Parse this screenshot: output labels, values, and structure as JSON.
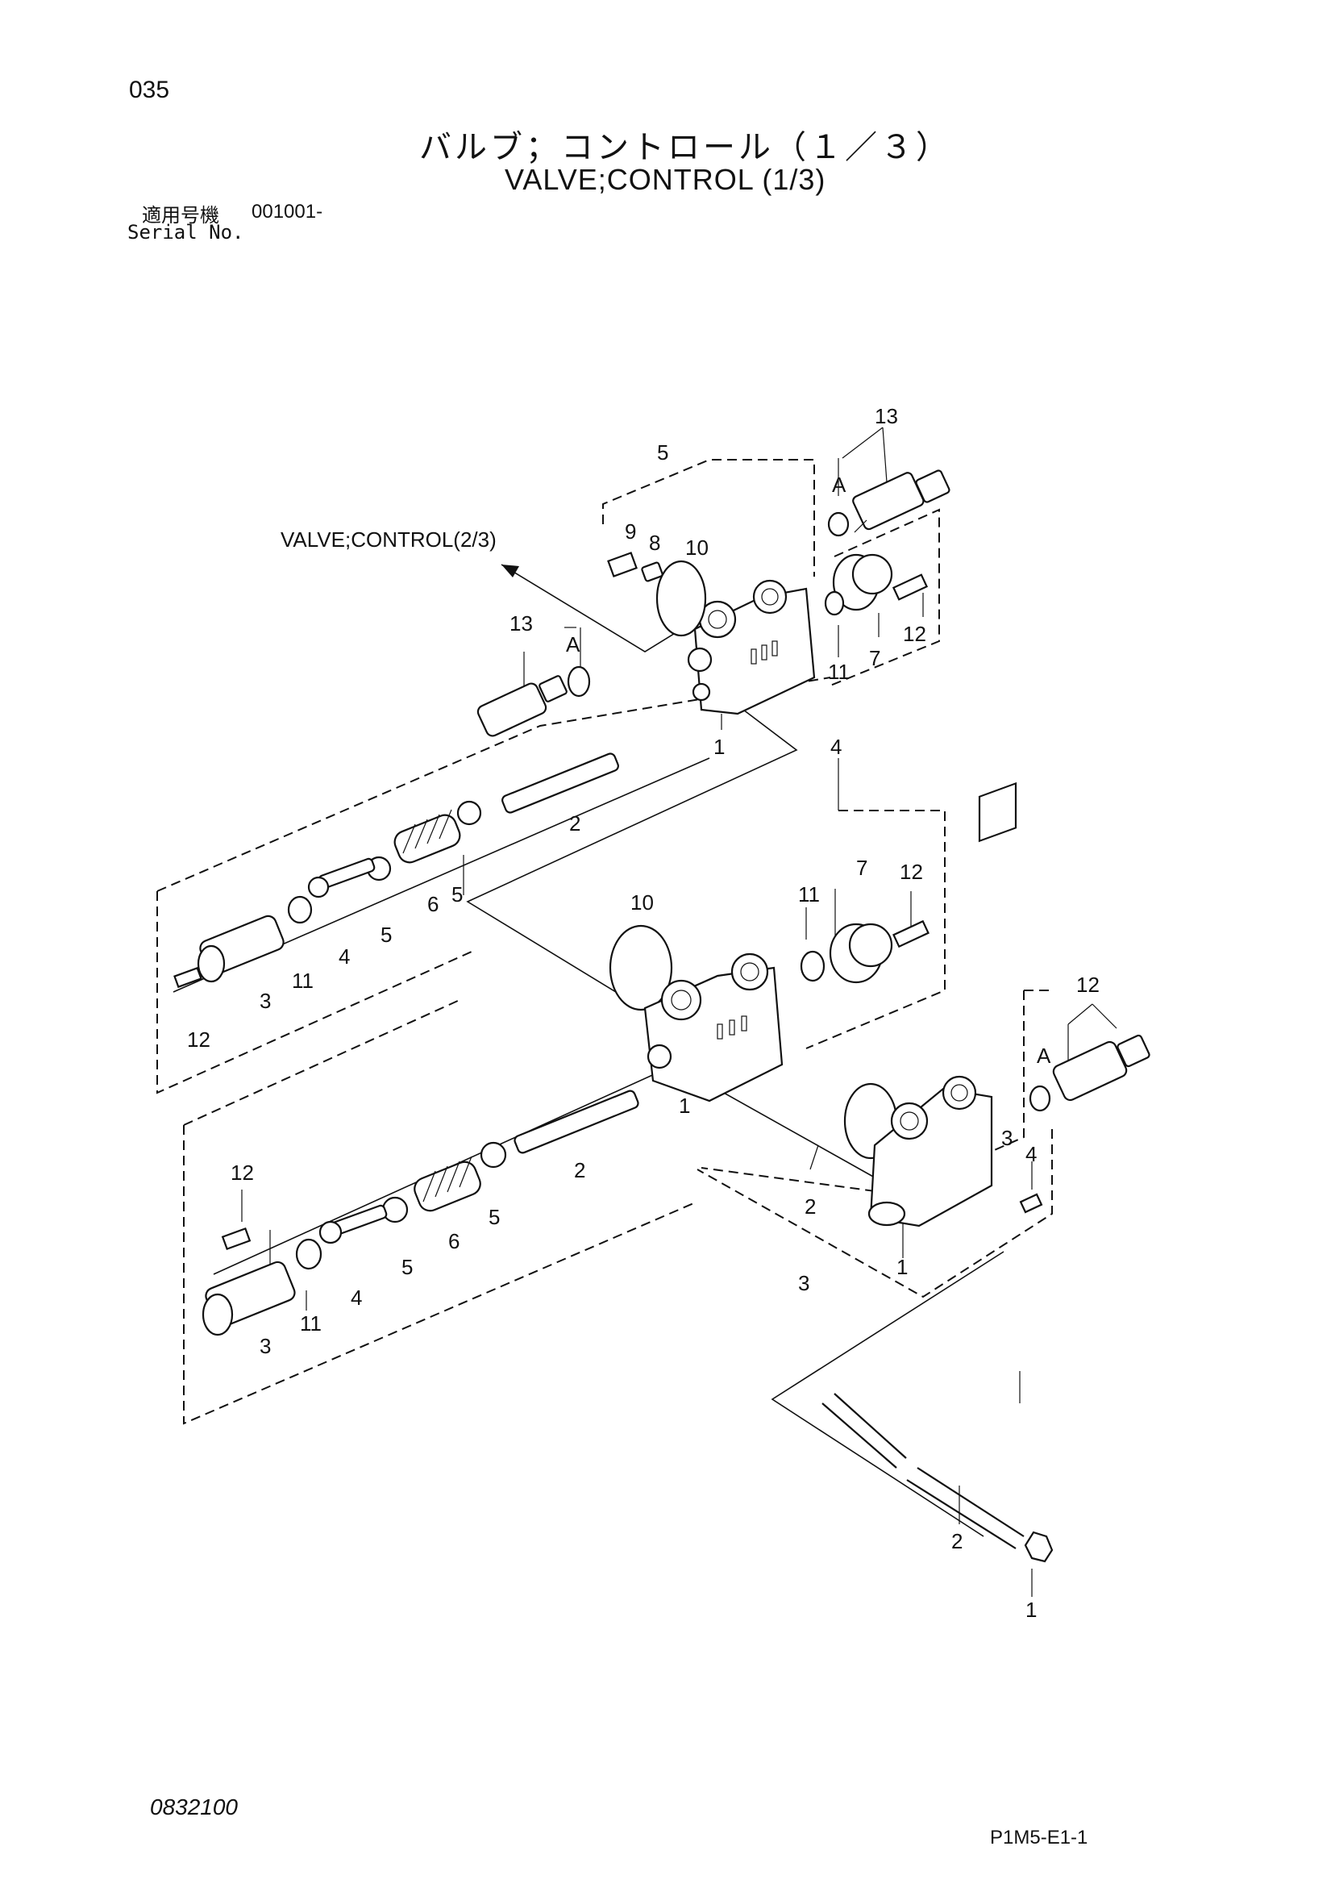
{
  "page_number": "035",
  "title_ja": "バルブ；コントロール（１／３）",
  "title_en": "VALVE;CONTROL (1/3)",
  "serial": {
    "label_ja": "適用号機",
    "value": "001001-",
    "label_en": "Serial No."
  },
  "cross_reference": "VALVE;CONTROL(2/3)",
  "callouts": {
    "c_13a": "13",
    "c_a1": "A",
    "c_5a": "5",
    "c_9": "9",
    "c_8": "8",
    "c_10a": "10",
    "c_11a": "11",
    "c_7a": "7",
    "c_12a": "12",
    "c_13b": "13",
    "c_a2": "A",
    "c_1a": "1",
    "c_2a": "2",
    "c_5b": "5",
    "c_6a": "6",
    "c_5c": "5",
    "c_4a": "4",
    "c_11b": "11",
    "c_3a": "3",
    "c_12b": "12",
    "c_4b": "4",
    "c_10b": "10",
    "c_11c": "11",
    "c_7b": "7",
    "c_12c": "12",
    "c_12d": "12",
    "c_a3": "A",
    "c_1b": "1",
    "c_2b": "2",
    "c_3b": "3",
    "c_4c": "4",
    "c_2c": "2",
    "c_1c": "1",
    "c_3c": "3",
    "c_12e": "12",
    "c_11d": "11",
    "c_4d": "4",
    "c_5d": "5",
    "c_6b": "6",
    "c_5e": "5",
    "c_3d": "3",
    "c_2d": "2",
    "c_1d": "1"
  },
  "footer": {
    "code": "0832100",
    "ref": "P1M5-E1-1"
  }
}
